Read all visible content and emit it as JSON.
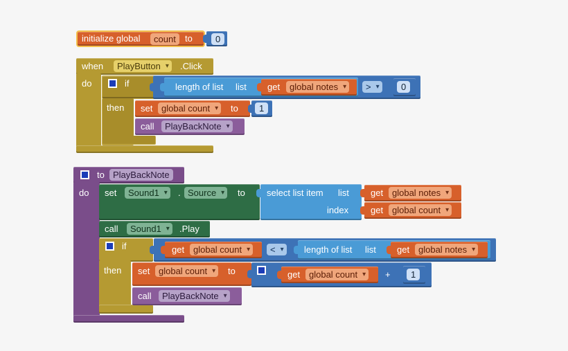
{
  "init_global": {
    "initialize_label": "initialize global",
    "var_name": "count",
    "to_label": "to",
    "value": "0"
  },
  "event1": {
    "when_label": "when",
    "component": "PlayButton",
    "event_name": ".Click",
    "do_label": "do",
    "if_label": "if",
    "length_label": "length of list",
    "list_label": "list",
    "get_label": "get",
    "get_var": "global notes",
    "operator": ">",
    "compare_value": "0",
    "then_label": "then",
    "set_label": "set",
    "set_var": "global count",
    "set_to_label": "to",
    "set_value": "1",
    "call_label": "call",
    "call_proc": "PlayBackNote"
  },
  "proc": {
    "to_label": "to",
    "name": "PlayBackNote",
    "do_label": "do",
    "set_label": "set",
    "set_component": "Sound1",
    "dot": ".",
    "set_property": "Source",
    "set_to_label": "to",
    "select_label": "select list item",
    "list_label": "list",
    "get_label": "get",
    "list_var": "global notes",
    "index_label": "index",
    "index_var": "global count",
    "call_label": "call",
    "call_component": "Sound1",
    "call_method": ".Play",
    "if_label": "if",
    "cond_var": "global count",
    "cond_op": "<",
    "cond_length_label": "length of list",
    "cond_list_label": "list",
    "cond_list_var": "global notes",
    "then_label": "then",
    "then_set_label": "set",
    "then_set_var": "global count",
    "then_to_label": "to",
    "add_var": "global count",
    "add_op": "+",
    "add_value": "1",
    "then_call_label": "call",
    "then_call_proc": "PlayBackNote"
  },
  "colors": {
    "control": "#b59a32",
    "variables": "#d7602b",
    "math": "#3d72b6",
    "lists": "#4a9bd6",
    "procedures": "#7a4d8a",
    "components": "#2e6d45",
    "background": "#f6f6f6"
  }
}
